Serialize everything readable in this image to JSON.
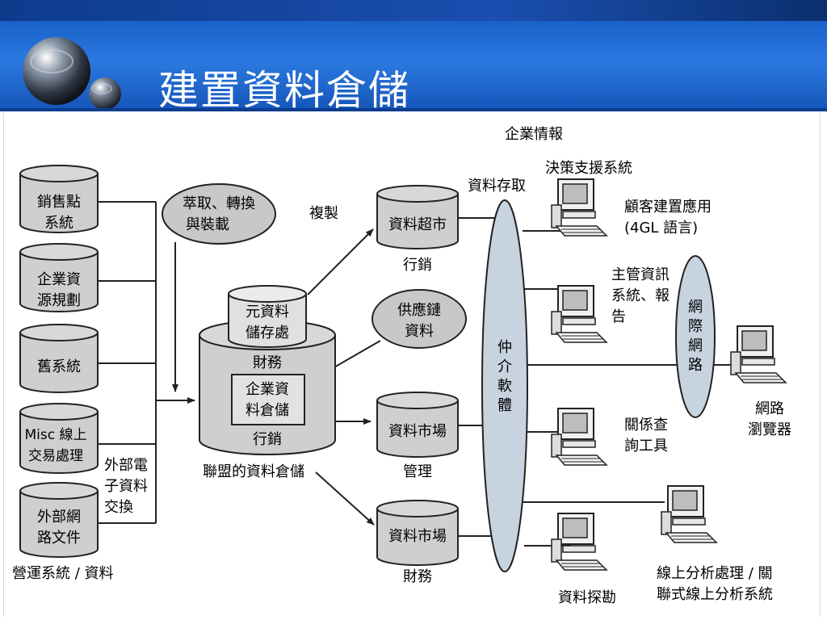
{
  "page": {
    "title": "建置資料倉儲"
  },
  "colors": {
    "header": "#1e66cf",
    "cylinder": "#cfcfcf",
    "ellipse": "#c8c8c8",
    "stroke": "#222222"
  },
  "diagram": {
    "top_label": "企業情報",
    "sources": [
      "銷售點",
      "系統",
      "企業資",
      "源規劃",
      "舊系統",
      "Misc 線上",
      "交易處理",
      "外部網",
      "路文件"
    ],
    "sources_caption": "營運系統 / 資料",
    "edi_label": [
      "外部電",
      "子資料",
      "交換"
    ],
    "etl": [
      "萃取、轉換",
      "與裝載"
    ],
    "replicate": "複製",
    "metadata": [
      "元資料",
      "儲存處"
    ],
    "supply_chain": [
      "供應鏈",
      "資料"
    ],
    "warehouse": {
      "top": "財務",
      "inner": [
        "企業資",
        "料倉儲"
      ],
      "bottom": "行銷",
      "caption": "聯盟的資料倉儲"
    },
    "data_superstore": {
      "label": "資料超市",
      "caption": "行銷"
    },
    "mart_mgmt": {
      "label": "資料市場",
      "caption": "管理"
    },
    "mart_fin": {
      "label": "資料市場",
      "caption": "財務"
    },
    "data_access": "資料存取",
    "middleware": [
      "仲",
      "介",
      "軟",
      "體"
    ],
    "internet": [
      "網",
      "際",
      "網",
      "路"
    ],
    "dss": "決策支援系統",
    "custom_app": [
      "顧客建置應用",
      "(4GL 語言)"
    ],
    "eis": [
      "主管資訊",
      "系統、報",
      "告"
    ],
    "browser": [
      "網路",
      "瀏覽器"
    ],
    "query": [
      "關係查",
      "詢工具"
    ],
    "mining": "資料探勘",
    "olap": [
      "線上分析處理 / 關",
      "聯式線上分析系統"
    ]
  }
}
